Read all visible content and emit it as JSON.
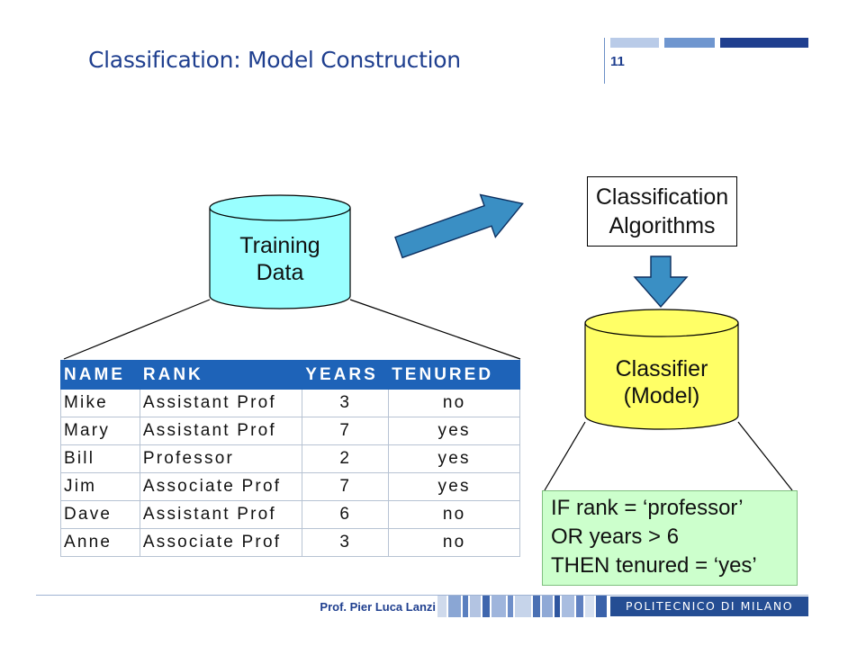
{
  "slide": {
    "title": "Classification: Model Construction",
    "page_number": "11"
  },
  "training_db": {
    "line1": "Training",
    "line2": "Data"
  },
  "algorithms_box": {
    "line1": "Classification",
    "line2": "Algorithms"
  },
  "classifier_db": {
    "line1": "Classifier",
    "line2": "(Model)"
  },
  "table": {
    "headers": [
      "NAME",
      "RANK",
      "YEARS",
      "TENURED"
    ],
    "rows": [
      [
        "Mike",
        "Assistant Prof",
        "3",
        "no"
      ],
      [
        "Mary",
        "Assistant Prof",
        "7",
        "yes"
      ],
      [
        "Bill",
        "Professor",
        "2",
        "yes"
      ],
      [
        "Jim",
        "Associate Prof",
        "7",
        "yes"
      ],
      [
        "Dave",
        "Assistant Prof",
        "6",
        "no"
      ],
      [
        "Anne",
        "Associate Prof",
        "3",
        "no"
      ]
    ]
  },
  "rule": {
    "line1": "IF rank = ‘professor’",
    "line2": "OR years > 6",
    "line3": "THEN tenured = ‘yes’"
  },
  "footer": {
    "author": "Prof. Pier Luca Lanzi",
    "institution": "POLITECNICO DI MILANO"
  },
  "colors": {
    "title_blue": "#1f3f8f",
    "training_cylinder": "#99ffff",
    "classifier_cylinder": "#ffff66",
    "arrow": "#3a8fc4",
    "table_header": "#1e63b8",
    "rule_box": "#ccffcc",
    "footer_band": "#244d93"
  }
}
